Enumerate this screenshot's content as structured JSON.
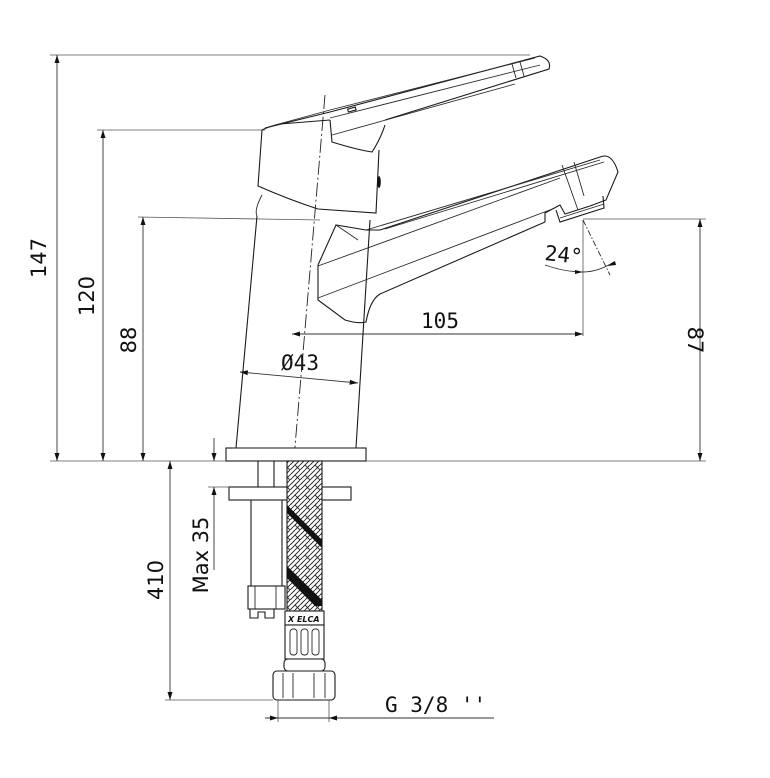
{
  "drawing": {
    "subject": "single-lever basin faucet technical drawing",
    "units": "mm",
    "dimensions": {
      "overall_height": "147",
      "handle_body_height": "120",
      "spout_base_height": "88",
      "spout_outlet_height": "87",
      "spout_reach": "105",
      "body_diameter": "Ø43",
      "outlet_angle": "24°",
      "max_deck_thickness": "Max 35",
      "hose_length": "410",
      "connection_thread": "G 3/8 ''"
    },
    "hose_marking": "X  ELCA"
  }
}
